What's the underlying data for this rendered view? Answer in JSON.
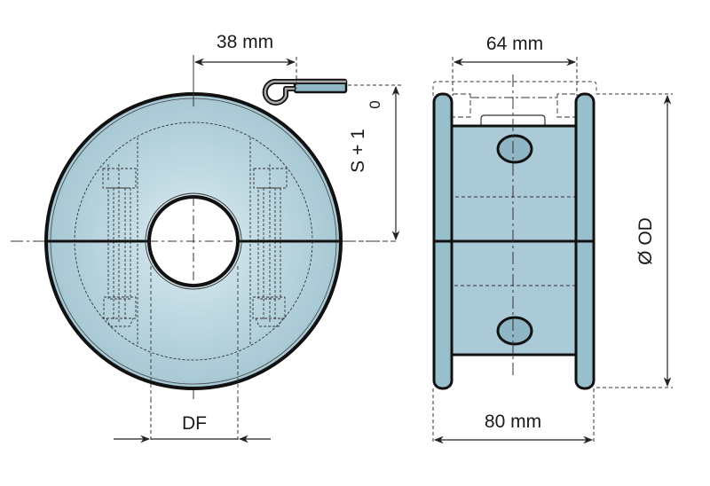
{
  "drawing": {
    "type": "technical-drawing",
    "subject": "split shaft collar / clamping ring with spring clip",
    "views": [
      "front view",
      "side view"
    ]
  },
  "dimensions": {
    "clip_offset": "38 mm",
    "width_inner": "64 mm",
    "width_outer": "80 mm",
    "slot": "S + 1",
    "slot_tolerance": "0",
    "bore": "DF",
    "outer_diameter": "Ø OD"
  },
  "colors": {
    "fill": "#a9cad6",
    "fill_light": "#d6e8ef",
    "fill_dark": "#8fb6c4",
    "outline": "#111111",
    "dim_line": "#333333"
  }
}
